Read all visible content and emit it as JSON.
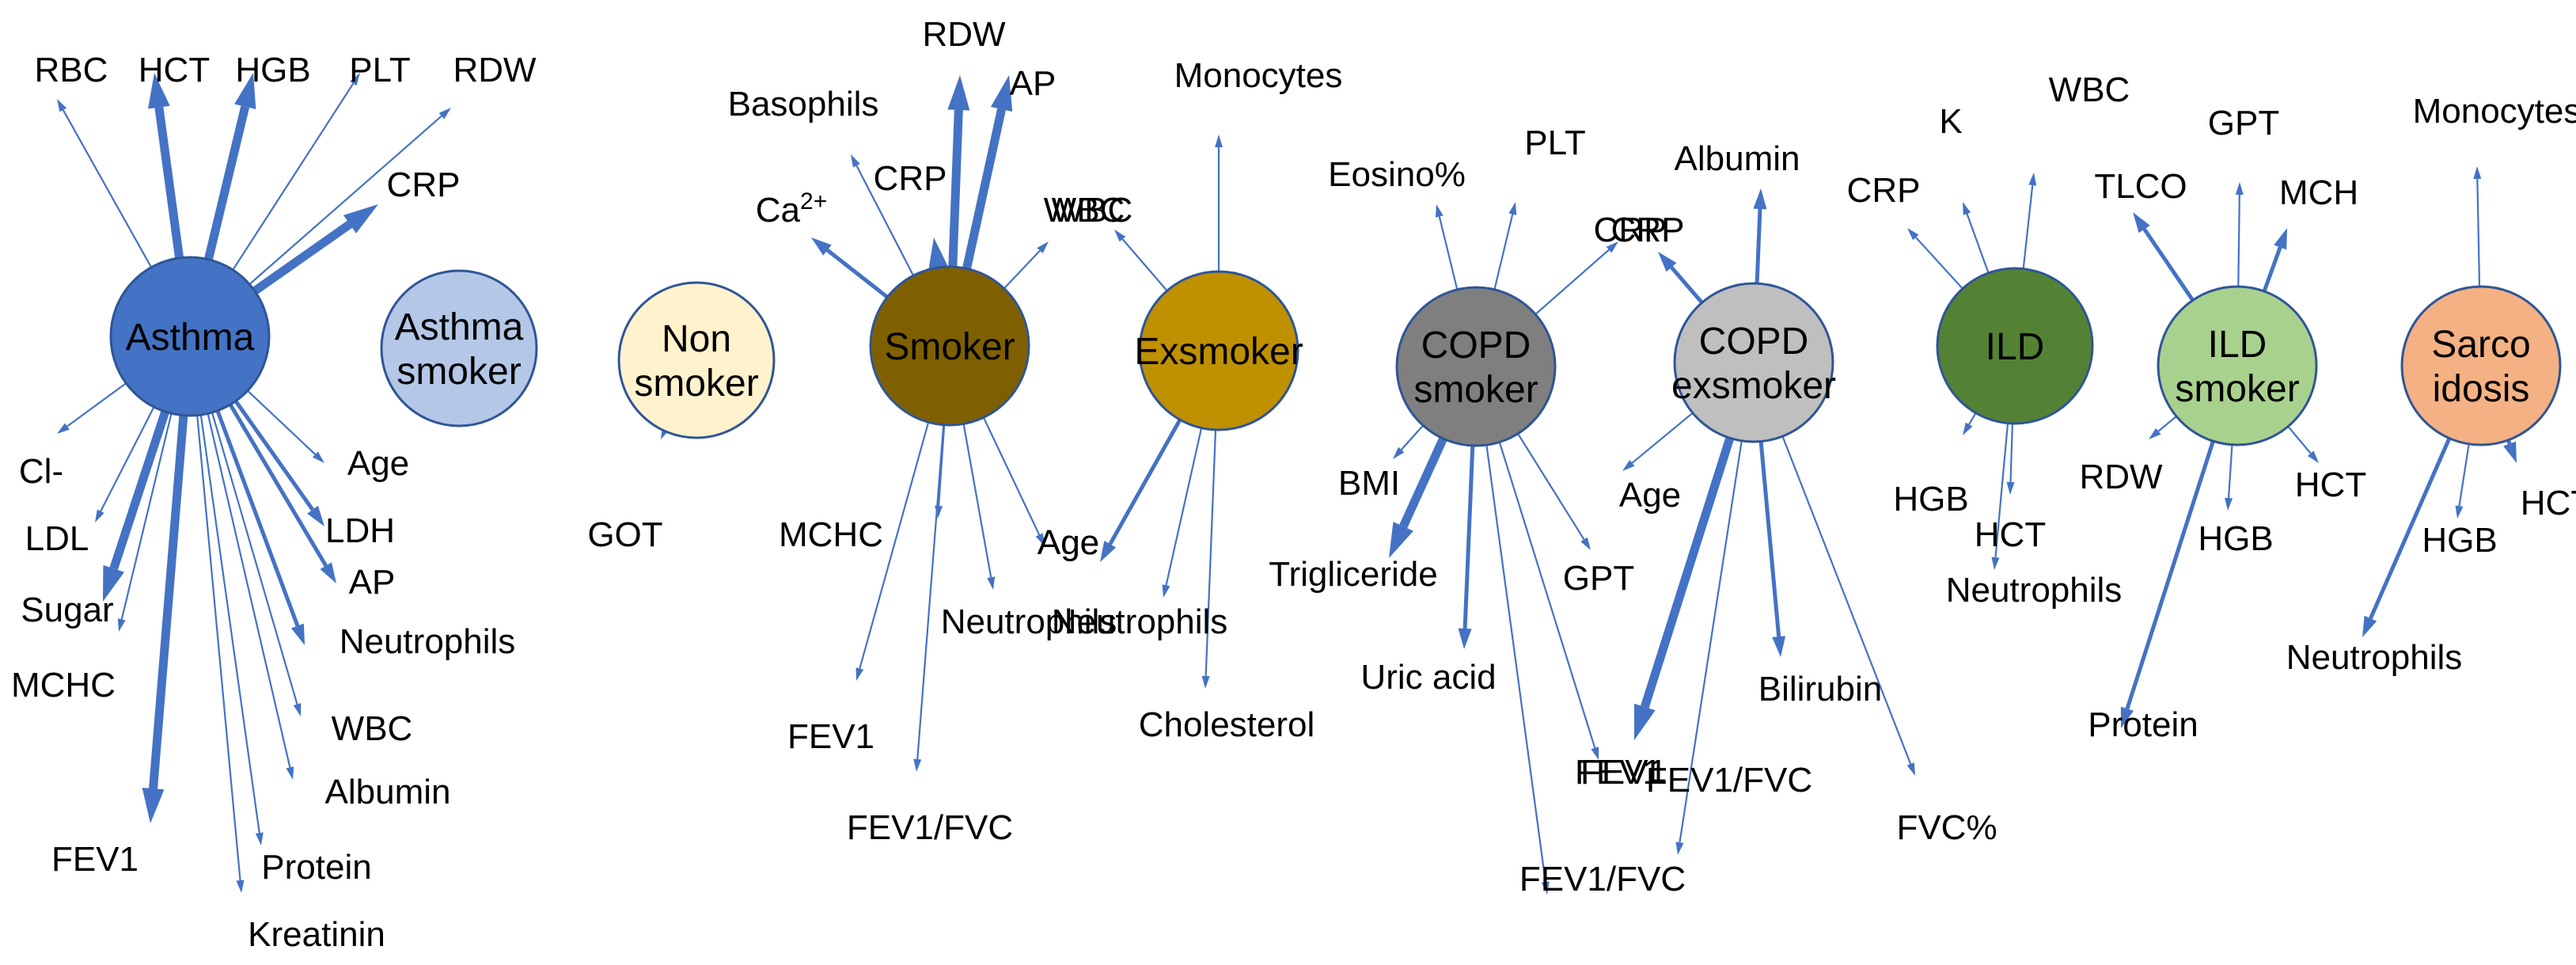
{
  "colors": {
    "edge": "#4472C4",
    "node_stroke": "#2F5597",
    "text": "#000000"
  },
  "nodes": [
    {
      "id": "asthma",
      "lines": [
        "Asthma"
      ],
      "fill": "#4472C4"
    },
    {
      "id": "asthma-smoker",
      "lines": [
        "Asthma",
        "smoker"
      ],
      "fill": "#B4C7E7"
    },
    {
      "id": "non-smoker",
      "lines": [
        "Non",
        "smoker"
      ],
      "fill": "#FFF2CC"
    },
    {
      "id": "smoker",
      "lines": [
        "Smoker"
      ],
      "fill": "#7F6000"
    },
    {
      "id": "exsmoker",
      "lines": [
        "Exsmoker"
      ],
      "fill": "#BF9000"
    },
    {
      "id": "copd-smoker",
      "lines": [
        "COPD",
        "smoker"
      ],
      "fill": "#7F7F7F"
    },
    {
      "id": "copd-exsmoker",
      "lines": [
        "COPD",
        "exsmoker"
      ],
      "fill": "#BFBFBF"
    },
    {
      "id": "ild",
      "lines": [
        "ILD"
      ],
      "fill": "#548235"
    },
    {
      "id": "ild-smoker",
      "lines": [
        "ILD",
        "smoker"
      ],
      "fill": "#A9D18E"
    },
    {
      "id": "sarcoidosis",
      "lines": [
        "Sarco",
        "idosis"
      ],
      "fill": "#F4B183"
    }
  ],
  "edges": [
    {
      "from": "asthma",
      "label": "RBC",
      "weight": "thin"
    },
    {
      "from": "asthma",
      "label": "HCT",
      "weight": "heavy"
    },
    {
      "from": "asthma",
      "label": "HGB",
      "weight": "heavy"
    },
    {
      "from": "asthma",
      "label": "PLT",
      "weight": "thin"
    },
    {
      "from": "asthma",
      "label": "RDW",
      "weight": "thin"
    },
    {
      "from": "asthma",
      "label": "CRP",
      "weight": "heavy"
    },
    {
      "from": "asthma",
      "label": "Cl-",
      "weight": "thin"
    },
    {
      "from": "asthma",
      "label": "LDL",
      "weight": "thin"
    },
    {
      "from": "asthma",
      "label": "Sugar",
      "weight": "heavy"
    },
    {
      "from": "asthma",
      "label": "MCHC",
      "weight": "thin"
    },
    {
      "from": "asthma",
      "label": "FEV1",
      "weight": "heavy"
    },
    {
      "from": "asthma",
      "label": "Kreatinin",
      "weight": "thin"
    },
    {
      "from": "asthma",
      "label": "Protein",
      "weight": "thin"
    },
    {
      "from": "asthma",
      "label": "Albumin",
      "weight": "thin"
    },
    {
      "from": "asthma",
      "label": "WBC",
      "weight": "thin"
    },
    {
      "from": "asthma",
      "label": "Neutrophils",
      "weight": "medium"
    },
    {
      "from": "asthma",
      "label": "AP",
      "weight": "medium"
    },
    {
      "from": "asthma",
      "label": "LDH",
      "weight": "medium"
    },
    {
      "from": "asthma",
      "label": "Age",
      "weight": "thin"
    },
    {
      "from": "non-smoker",
      "label": "GOT",
      "weight": "thin"
    },
    {
      "from": "smoker",
      "label": "Basophils",
      "weight": "thin"
    },
    {
      "from": "smoker",
      "label": "Ca2+",
      "weight": "medium"
    },
    {
      "from": "smoker",
      "label": "CRP",
      "weight": "heavy"
    },
    {
      "from": "smoker",
      "label": "RDW",
      "weight": "heavy"
    },
    {
      "from": "smoker",
      "label": "AP",
      "weight": "heavy"
    },
    {
      "from": "smoker",
      "label": "WBC",
      "weight": "thin"
    },
    {
      "from": "smoker",
      "label": "MCHC",
      "weight": "thin"
    },
    {
      "from": "smoker",
      "label": "FEV1",
      "weight": "thin"
    },
    {
      "from": "smoker",
      "label": "FEV1/FVC",
      "weight": "thin"
    },
    {
      "from": "smoker",
      "label": "Neutrophils",
      "weight": "thin"
    },
    {
      "from": "smoker",
      "label": "Age",
      "weight": "thin"
    },
    {
      "from": "exsmoker",
      "label": "Monocytes",
      "weight": "thin"
    },
    {
      "from": "exsmoker",
      "label": "WBC",
      "weight": "thin"
    },
    {
      "from": "exsmoker",
      "label": "Age",
      "weight": "medium"
    },
    {
      "from": "exsmoker",
      "label": "Neutrophils",
      "weight": "thin"
    },
    {
      "from": "exsmoker",
      "label": "Cholesterol",
      "weight": "thin"
    },
    {
      "from": "copd-smoker",
      "label": "Eosino%",
      "weight": "thin"
    },
    {
      "from": "copd-smoker",
      "label": "PLT",
      "weight": "thin"
    },
    {
      "from": "copd-smoker",
      "label": "CRP",
      "weight": "thin"
    },
    {
      "from": "copd-smoker",
      "label": "BMI",
      "weight": "thin"
    },
    {
      "from": "copd-smoker",
      "label": "Trigliceride",
      "weight": "heavy"
    },
    {
      "from": "copd-smoker",
      "label": "Uric acid",
      "weight": "medium"
    },
    {
      "from": "copd-smoker",
      "label": "GPT",
      "weight": "thin"
    },
    {
      "from": "copd-smoker",
      "label": "FEV1",
      "weight": "thin"
    },
    {
      "from": "copd-smoker",
      "label": "FEV1/FVC",
      "weight": "thin"
    },
    {
      "from": "copd-exsmoker",
      "label": "Albumin",
      "weight": "medium"
    },
    {
      "from": "copd-exsmoker",
      "label": "CRP",
      "weight": "medium"
    },
    {
      "from": "copd-exsmoker",
      "label": "Age",
      "weight": "thin"
    },
    {
      "from": "copd-exsmoker",
      "label": "FEV1",
      "weight": "heavy"
    },
    {
      "from": "copd-exsmoker",
      "label": "FEV1/FVC",
      "weight": "thin"
    },
    {
      "from": "copd-exsmoker",
      "label": "Bilirubin",
      "weight": "medium"
    },
    {
      "from": "copd-exsmoker",
      "label": "FVC%",
      "weight": "thin"
    },
    {
      "from": "ild",
      "label": "CRP",
      "weight": "thin"
    },
    {
      "from": "ild",
      "label": "K",
      "weight": "thin"
    },
    {
      "from": "ild",
      "label": "WBC",
      "weight": "thin"
    },
    {
      "from": "ild",
      "label": "HGB",
      "weight": "thin"
    },
    {
      "from": "ild",
      "label": "HCT",
      "weight": "thin"
    },
    {
      "from": "ild",
      "label": "Neutrophils",
      "weight": "thin"
    },
    {
      "from": "ild-smoker",
      "label": "TLCO",
      "weight": "medium"
    },
    {
      "from": "ild-smoker",
      "label": "GPT",
      "weight": "thin"
    },
    {
      "from": "ild-smoker",
      "label": "MCH",
      "weight": "medium"
    },
    {
      "from": "ild-smoker",
      "label": "RDW",
      "weight": "thin"
    },
    {
      "from": "ild-smoker",
      "label": "Protein",
      "weight": "medium"
    },
    {
      "from": "ild-smoker",
      "label": "HGB",
      "weight": "thin"
    },
    {
      "from": "ild-smoker",
      "label": "HCT",
      "weight": "thin"
    },
    {
      "from": "sarcoidosis",
      "label": "Monocytes",
      "weight": "thin"
    },
    {
      "from": "sarcoidosis",
      "label": "Neutrophils",
      "weight": "medium"
    },
    {
      "from": "sarcoidosis",
      "label": "HGB",
      "weight": "thin"
    },
    {
      "from": "sarcoidosis",
      "label": "HCT",
      "weight": "medium"
    }
  ]
}
